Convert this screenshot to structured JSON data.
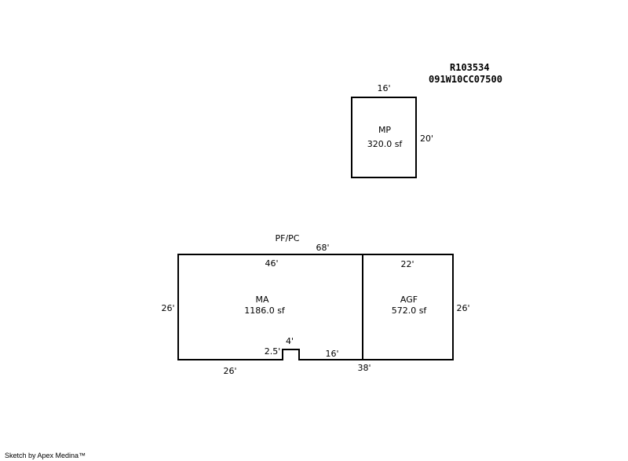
{
  "header": {
    "account_id": "R103534",
    "map_tax_lot": "091W10CC07500"
  },
  "areas": {
    "mp": {
      "code": "MP",
      "area": "320.0 sf"
    },
    "ma": {
      "code": "MA",
      "area": "1186.0 sf"
    },
    "agf": {
      "code": "AGF",
      "area": "572.0 sf"
    }
  },
  "dimensions": {
    "mp_top": "16'",
    "mp_right": "20'",
    "pf_pc": "PF/PC",
    "overall_top": "68'",
    "ma_top": "46'",
    "agf_top": "22'",
    "ma_left": "26'",
    "agf_right": "26'",
    "notch_width": "4'",
    "notch_depth": "2.5'",
    "ma_bottom_right": "16'",
    "ma_bottom_left": "26'",
    "agf_bottom": "38'"
  },
  "footer": {
    "credit": "Sketch by Apex Medina™"
  }
}
